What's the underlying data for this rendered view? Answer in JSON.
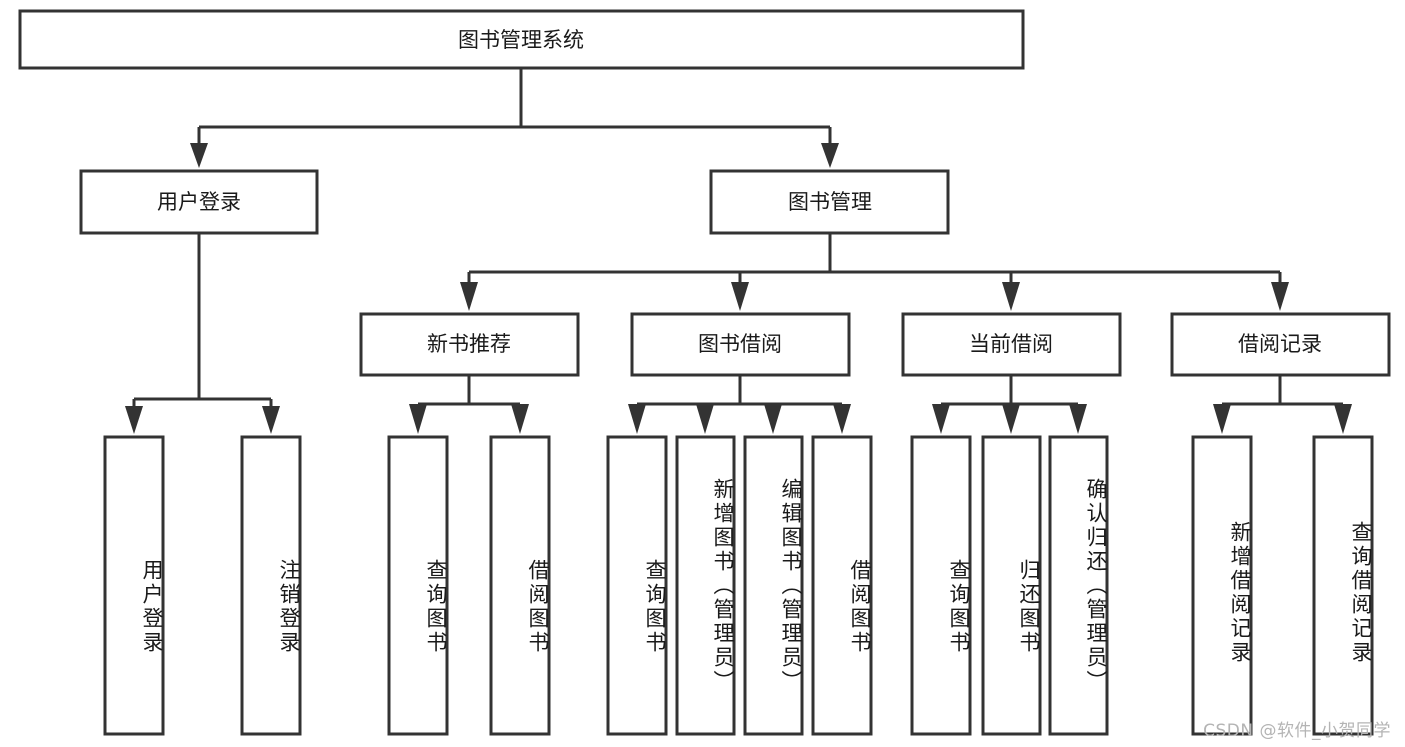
{
  "diagram": {
    "type": "hierarchy-tree",
    "title": "图书管理系统",
    "watermark": "CSDN @软件_小贺同学",
    "colors": {
      "box_stroke": "#333333",
      "box_fill": "#ffffff",
      "text": "#1a1a1a",
      "background": "#ffffff",
      "watermark": "#b4b4b4"
    },
    "root": {
      "label": "图书管理系统"
    },
    "level1": [
      {
        "label": "用户登录"
      },
      {
        "label": "图书管理"
      }
    ],
    "level2": [
      {
        "label": "新书推荐"
      },
      {
        "label": "图书借阅"
      },
      {
        "label": "当前借阅"
      },
      {
        "label": "借阅记录"
      }
    ],
    "leaves": {
      "user_login": [
        {
          "label": "用户登录"
        },
        {
          "label": "注销登录"
        }
      ],
      "new_book_recommend": [
        {
          "label": "查询图书"
        },
        {
          "label": "借阅图书"
        }
      ],
      "book_borrow": [
        {
          "label": "查询图书"
        },
        {
          "label": "新增图书（管理员）"
        },
        {
          "label": "编辑图书（管理员）"
        },
        {
          "label": "借阅图书"
        }
      ],
      "current_borrow": [
        {
          "label": "查询图书"
        },
        {
          "label": "归还图书"
        },
        {
          "label": "确认归还（管理员）"
        }
      ],
      "borrow_records": [
        {
          "label": "新增借阅记录"
        },
        {
          "label": "查询借阅记录"
        }
      ]
    }
  }
}
